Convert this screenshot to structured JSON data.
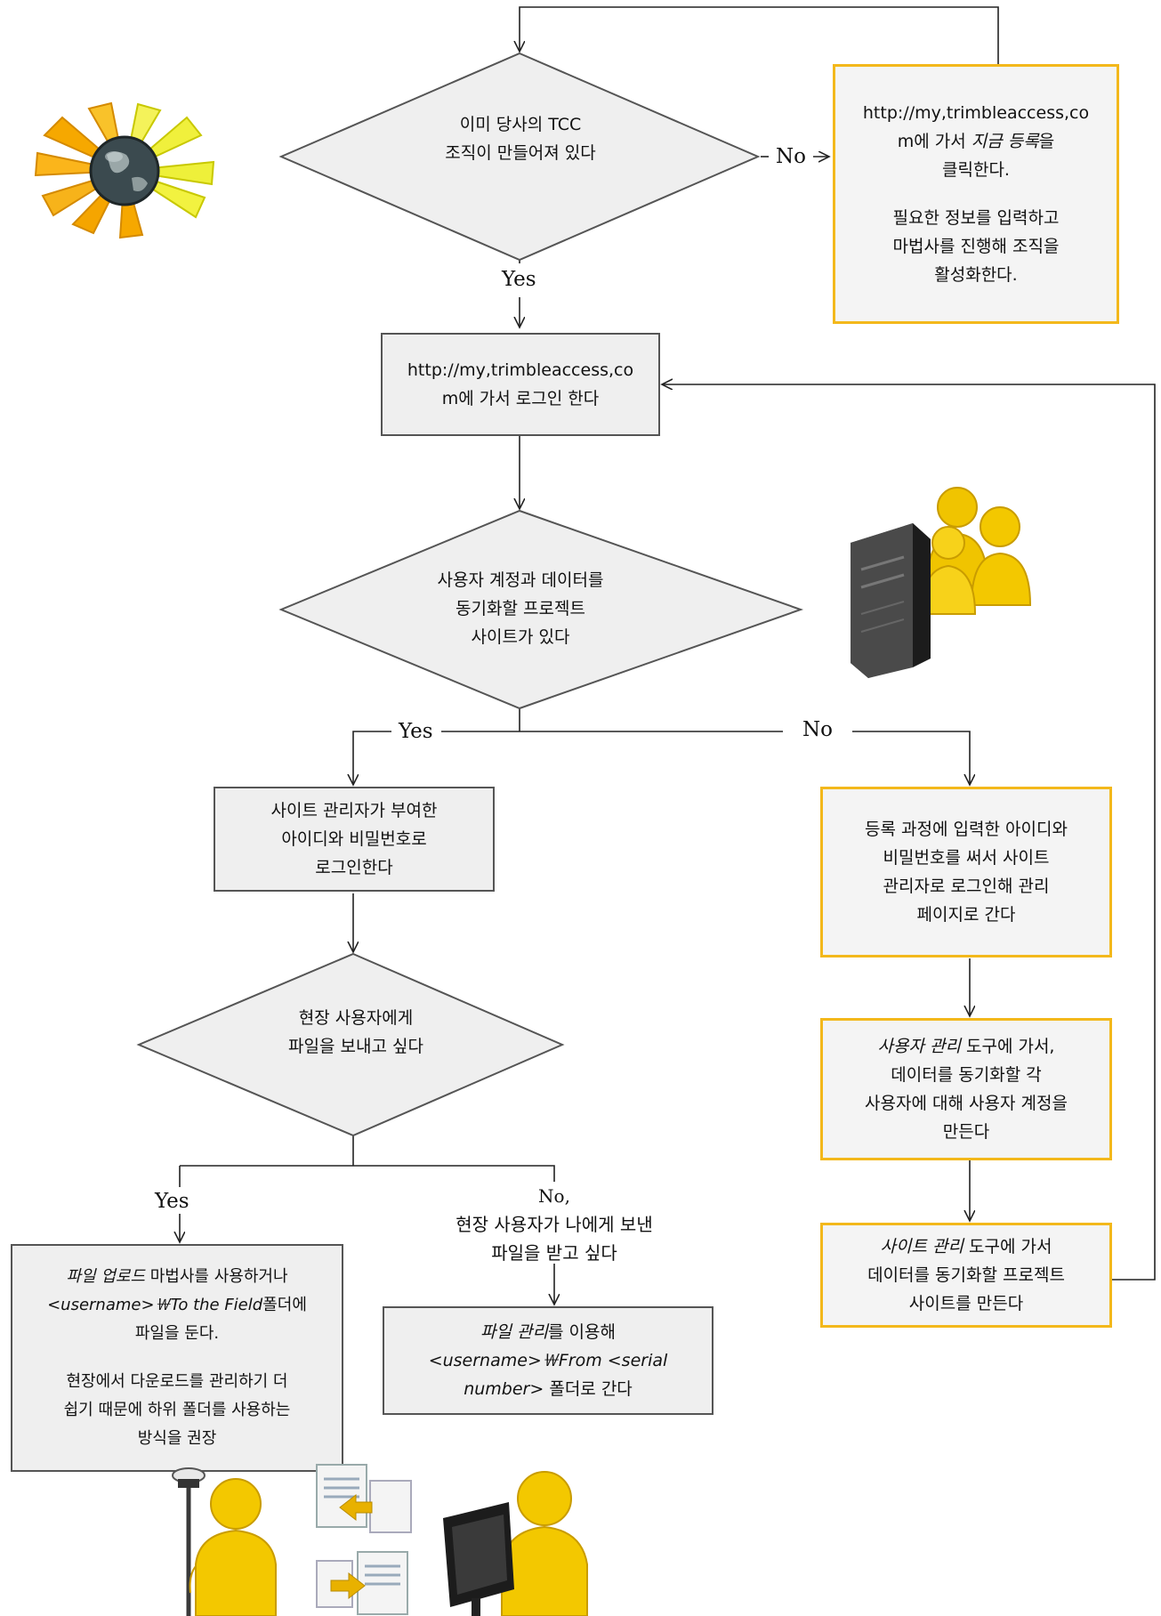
{
  "colors": {
    "yellow_border": "#f3b81b",
    "gray_border": "#555555",
    "fill": "#efefef"
  },
  "d1": {
    "line1": "이미 당사의 TCC",
    "line2": "조직이 만들어져 있다"
  },
  "d1_no": "No",
  "d1_yes": "Yes",
  "register": {
    "line1": "http://my,trimbleaccess,co",
    "line2a": "m에 가서 ",
    "line2b": "지금 등록",
    "line2c": "을",
    "line3": "클릭한다.",
    "line4": "필요한 정보를 입력하고",
    "line5": "마법사를 진행해 조직을",
    "line6": "활성화한다."
  },
  "login": {
    "line1": "http://my,trimbleaccess,co",
    "line2": "m에 가서 로그인 한다"
  },
  "d2": {
    "line1": "사용자 계정과 데이터를",
    "line2": "동기화할 프로젝트",
    "line3": "사이트가 있다"
  },
  "d2_yes": "Yes",
  "d2_no": "No",
  "siteadmin": {
    "line1": "사이트 관리자가 부여한",
    "line2": "아이디와 비밀번호로",
    "line3": "로그인한다"
  },
  "register_login": {
    "line1": "등록 과정에 입력한 아이디와",
    "line2": "비밀번호를 써서 사이트",
    "line3": "관리자로 로그인해 관리",
    "line4": "페이지로 간다"
  },
  "usermgmt": {
    "line1a": "사용자 관리",
    "line1b": " 도구에 가서,",
    "line2": "데이터를 동기화할 각",
    "line3": "사용자에 대해 사용자 계정을",
    "line4": "만든다"
  },
  "sitemgmt": {
    "line1a": "사이트 관리",
    "line1b": " 도구에 가서",
    "line2": "데이터를 동기화할 프로젝트",
    "line3": "사이트를 만든다"
  },
  "d3": {
    "line1": "현장 사용자에게",
    "line2": "파일을 보내고 싶다"
  },
  "d3_yes": "Yes",
  "d3_no": {
    "line1": "No,",
    "line2": "현장 사용자가 나에게 보낸",
    "line3": "파일을 받고 싶다"
  },
  "upload": {
    "line1a": "파일 업로드",
    "line1b": " 마법사를 사용하거나",
    "line2a": "<username>￦To the Field",
    "line2b": "폴더에",
    "line3": "파일을 둔다.",
    "line4": "현장에서 다운로드를 관리하기 더",
    "line5": "쉽기 때문에 하위 폴더를 사용하는",
    "line6": "방식을 권장"
  },
  "filemgmt": {
    "line1a": "파일 관리",
    "line1b": "를 이용해",
    "line2": "<username>￦From <serial",
    "line3a": "number>",
    "line3b": " 폴더로 간다"
  }
}
